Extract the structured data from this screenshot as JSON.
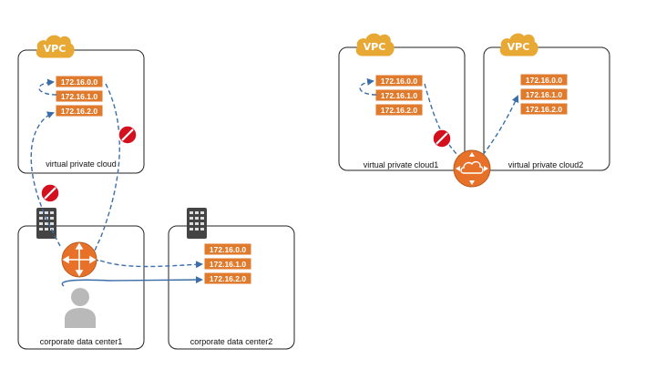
{
  "colors": {
    "box_stroke": "#222222",
    "vpc_badge": "#e8a834",
    "route_row": "#e07a2c",
    "arrow": "#3b6ea8",
    "router": "#e8712a",
    "blocked": "#d4101e",
    "server": "#444444",
    "user": "#b9b9b9"
  },
  "icons": [
    "vpc-badge-icon",
    "route-table-icon",
    "no-entry-icon",
    "server-rack-icon",
    "router-icon",
    "cloud-router-icon",
    "user-icon"
  ],
  "left_diagram": {
    "vpc": {
      "badge": "VPC",
      "label": "virtual private cloud",
      "routes": [
        "172.16.0.0",
        "172.16.1.0",
        "172.16.2.0"
      ]
    },
    "dc1": {
      "label": "corporate data center1"
    },
    "dc2": {
      "label": "corporate data center2",
      "routes": [
        "172.16.0.0",
        "172.16.1.0",
        "172.16.2.0"
      ]
    }
  },
  "right_diagram": {
    "vpc1": {
      "badge": "VPC",
      "label": "virtual private cloud1",
      "routes": [
        "172.16.0.0",
        "172.16.1.0",
        "172.16.2.0"
      ]
    },
    "vpc2": {
      "badge": "VPC",
      "label": "virtual private cloud2",
      "routes": [
        "172.16.0.0",
        "172.16.1.0",
        "172.16.2.0"
      ]
    }
  }
}
